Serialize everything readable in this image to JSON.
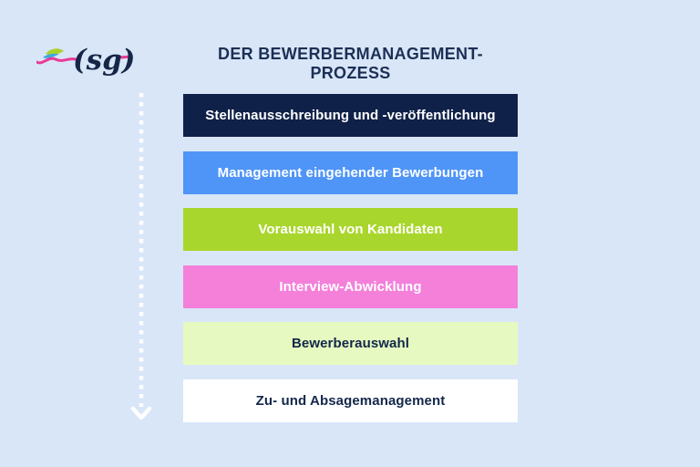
{
  "page": {
    "background": "#d9e6f8",
    "title": "DER BEWERBERMANAGEMENT-PROZESS",
    "title_color": "#1c2f55"
  },
  "logo": {
    "text": "(sg)",
    "icon": "sg-logo",
    "colors": {
      "text": "#152647",
      "pink": "#e93a96",
      "lime": "#a9d32a",
      "blue": "#3ea9de"
    }
  },
  "arrow": {
    "icon": "dotted-down-arrow",
    "color": "#ffffff",
    "direction": "down"
  },
  "process": {
    "steps": [
      {
        "label": "Stellenausschreibung und -veröffentlichung",
        "bg": "#0f2148",
        "text_color": "#ffffff"
      },
      {
        "label": "Management eingehender Bewerbungen",
        "bg": "#4f95f7",
        "text_color": "#ffffff"
      },
      {
        "label": "Vorauswahl von Kandidaten",
        "bg": "#a9d62c",
        "text_color": "#ffffff"
      },
      {
        "label": "Interview-Abwicklung",
        "bg": "#f480da",
        "text_color": "#ffffff"
      },
      {
        "label": "Bewerberauswahl",
        "bg": "#e6f9c0",
        "text_color": "#13274a"
      },
      {
        "label": "Zu- und Absagemanagement",
        "bg": "#ffffff",
        "text_color": "#13274a"
      }
    ]
  }
}
